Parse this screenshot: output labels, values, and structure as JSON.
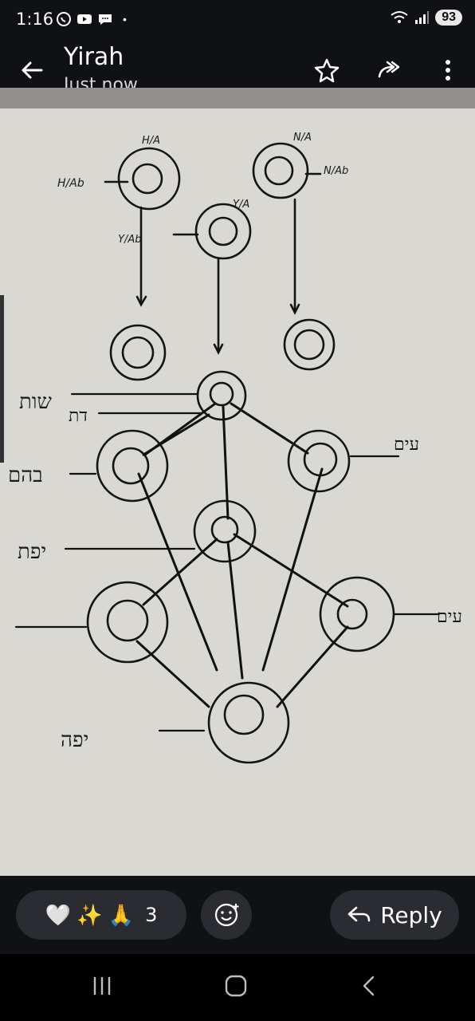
{
  "status_bar": {
    "time": "1:16",
    "battery": "93"
  },
  "header": {
    "title": "Yirah",
    "subtitle": "Just now"
  },
  "photo": {
    "labels": {
      "top_left_side": "H/Ab",
      "top_left_top": "H/A",
      "top_right_top": "N/A",
      "top_right_side": "N/Ab",
      "mid_top": "Y/A",
      "mid_side": "Y/Ab",
      "left_1": "שות",
      "left_2": "דת",
      "left_3": "בהם",
      "left_4": "יפת",
      "left_5": "יפה",
      "right_1": "עים",
      "right_2": "עים"
    }
  },
  "reactions": {
    "emojis": "🤍 ✨ 🙏",
    "count": "3"
  },
  "reply": {
    "label": "Reply"
  }
}
